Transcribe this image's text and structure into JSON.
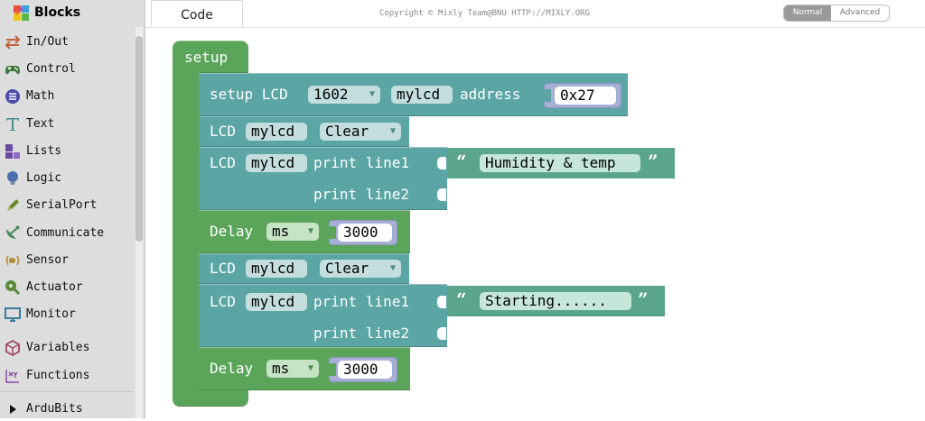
{
  "app": {
    "brand": "Blocks",
    "tabs": [
      {
        "label": "Code"
      }
    ],
    "copyright": "Copyright © Mixly Team@BNU HTTP://MIXLY.ORG",
    "modes": {
      "normal": "Normal",
      "advanced": "Advanced",
      "selected": "Normal"
    }
  },
  "categories": [
    {
      "label": "In/Out",
      "icon": "in-out-arrows-icon",
      "color": "#c0643c"
    },
    {
      "label": "Control",
      "icon": "gamepad-icon",
      "color": "#3f7d3f"
    },
    {
      "label": "Math",
      "icon": "math-icon",
      "color": "#4b4ba8"
    },
    {
      "label": "Text",
      "icon": "text-t-icon",
      "color": "#4a8c8c"
    },
    {
      "label": "Lists",
      "icon": "lists-blocks-icon",
      "color": "#6a4ba0"
    },
    {
      "label": "Logic",
      "icon": "lightbulb-icon",
      "color": "#4a6fb0"
    },
    {
      "label": "SerialPort",
      "icon": "pen-icon",
      "color": "#6a8a2a"
    },
    {
      "label": "Communicate",
      "icon": "satellite-dish-icon",
      "color": "#4a8a5a"
    },
    {
      "label": "Sensor",
      "icon": "sensor-icon",
      "color": "#b08a30"
    },
    {
      "label": "Actuator",
      "icon": "actuator-icon",
      "color": "#5a8a3a"
    },
    {
      "label": "Monitor",
      "icon": "monitor-icon",
      "color": "#3a7a9a"
    },
    {
      "label": "Variables",
      "icon": "variables-cube-icon",
      "color": "#a04a6a"
    },
    {
      "label": "Functions",
      "icon": "functions-xy-icon",
      "color": "#8a4aa0"
    },
    {
      "label": "ArduBits",
      "icon": "expand-triangle-icon",
      "color": "#111111"
    }
  ],
  "blocks": {
    "setup": {
      "label": "setup"
    },
    "lcd_setup": {
      "setup_lcd": "setup LCD",
      "model": "1602",
      "name": "mylcd",
      "address_label": "address",
      "address": "0x27"
    },
    "lcd_clear_1": {
      "lcd": "LCD",
      "name": "mylcd",
      "action": "Clear"
    },
    "lcd_print_1": {
      "lcd": "LCD",
      "name": "mylcd",
      "line1_label": "print line1",
      "line2_label": "print line2",
      "line1_text": "Humidity & temp"
    },
    "delay_1": {
      "label": "Delay",
      "unit": "ms",
      "value": "3000"
    },
    "lcd_clear_2": {
      "lcd": "LCD",
      "name": "mylcd",
      "action": "Clear"
    },
    "lcd_print_2": {
      "lcd": "LCD",
      "name": "mylcd",
      "line1_label": "print line1",
      "line2_label": "print line2",
      "line1_text": "Starting......"
    },
    "delay_2": {
      "label": "Delay",
      "unit": "ms",
      "value": "3000"
    }
  },
  "colors": {
    "lcd_block": "#5ba5a5",
    "control_block": "#5ba55b",
    "text_block": "#5ba58c",
    "number_socket": "#a7aed6"
  }
}
